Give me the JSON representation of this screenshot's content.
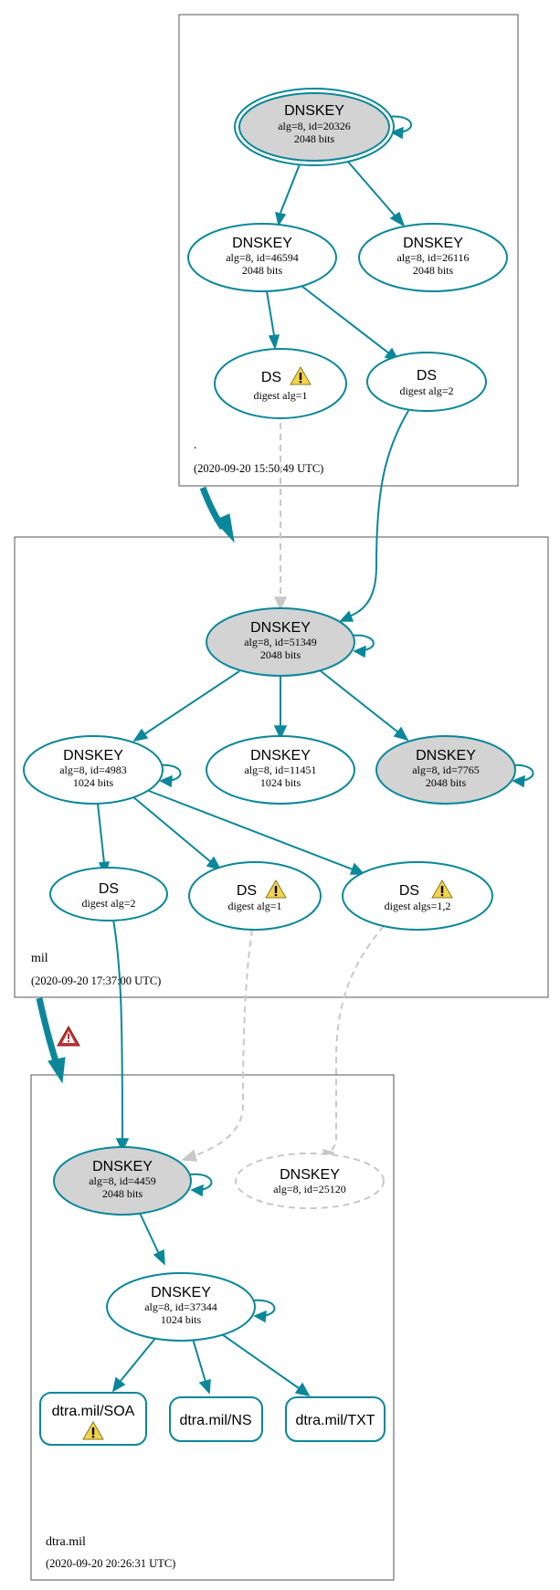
{
  "colors": {
    "edge": "#0a879a",
    "edge_insecure": "#c8c8c8",
    "sep_fill": "#d3d3d3",
    "warning_fill": "#f5d44a",
    "error_fill": "#c83232"
  },
  "zones": {
    "root": {
      "name": ".",
      "timestamp": "(2020-09-20 15:50:49 UTC)"
    },
    "mil": {
      "name": "mil",
      "timestamp": "(2020-09-20 17:37:00 UTC)"
    },
    "dtra": {
      "name": "dtra.mil",
      "timestamp": "(2020-09-20 20:26:31 UTC)"
    }
  },
  "nodes": {
    "root_ksk": {
      "title": "DNSKEY",
      "line1": "alg=8, id=20326",
      "line2": "2048 bits"
    },
    "root_zsk1": {
      "title": "DNSKEY",
      "line1": "alg=8, id=46594",
      "line2": "2048 bits"
    },
    "root_zsk2": {
      "title": "DNSKEY",
      "line1": "alg=8, id=26116",
      "line2": "2048 bits"
    },
    "root_ds1": {
      "title": "DS",
      "line1": "digest alg=1",
      "icon": "warning-icon"
    },
    "root_ds2": {
      "title": "DS",
      "line1": "digest alg=2"
    },
    "mil_ksk": {
      "title": "DNSKEY",
      "line1": "alg=8, id=51349",
      "line2": "2048 bits"
    },
    "mil_zsk1": {
      "title": "DNSKEY",
      "line1": "alg=8, id=4983",
      "line2": "1024 bits"
    },
    "mil_zsk2": {
      "title": "DNSKEY",
      "line1": "alg=8, id=11451",
      "line2": "1024 bits"
    },
    "mil_key3": {
      "title": "DNSKEY",
      "line1": "alg=8, id=7765",
      "line2": "2048 bits"
    },
    "mil_ds1": {
      "title": "DS",
      "line1": "digest alg=2"
    },
    "mil_ds2": {
      "title": "DS",
      "line1": "digest alg=1",
      "icon": "warning-icon"
    },
    "mil_ds3": {
      "title": "DS",
      "line1": "digest algs=1,2",
      "icon": "warning-icon"
    },
    "dtra_ksk": {
      "title": "DNSKEY",
      "line1": "alg=8, id=4459",
      "line2": "2048 bits"
    },
    "dtra_missing": {
      "title": "DNSKEY",
      "line1": "alg=8, id=25120"
    },
    "dtra_zsk": {
      "title": "DNSKEY",
      "line1": "alg=8, id=37344",
      "line2": "1024 bits"
    }
  },
  "rrsets": {
    "soa": {
      "label": "dtra.mil/SOA",
      "icon": "warning-icon"
    },
    "ns": {
      "label": "dtra.mil/NS"
    },
    "txt": {
      "label": "dtra.mil/TXT"
    }
  },
  "delegation_icons": {
    "mil_to_dtra": "error-icon"
  }
}
